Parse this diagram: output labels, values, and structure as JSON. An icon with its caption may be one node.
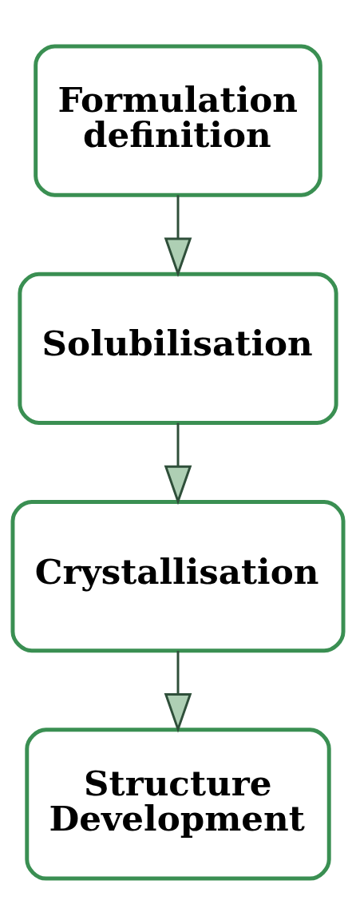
{
  "diagram": {
    "nodes": [
      {
        "text": [
          "Formulation definition"
        ]
      },
      {
        "text": [
          "Solubilisation"
        ]
      },
      {
        "text": [
          "Crystallisation"
        ]
      },
      {
        "text": [
          "Structure Development"
        ]
      }
    ],
    "edges": [
      {
        "from": 0,
        "to": 1,
        "arrow": "to"
      },
      {
        "from": 1,
        "to": 2,
        "arrow": "to"
      },
      {
        "from": 2,
        "to": 3,
        "arrow": "to"
      }
    ]
  }
}
